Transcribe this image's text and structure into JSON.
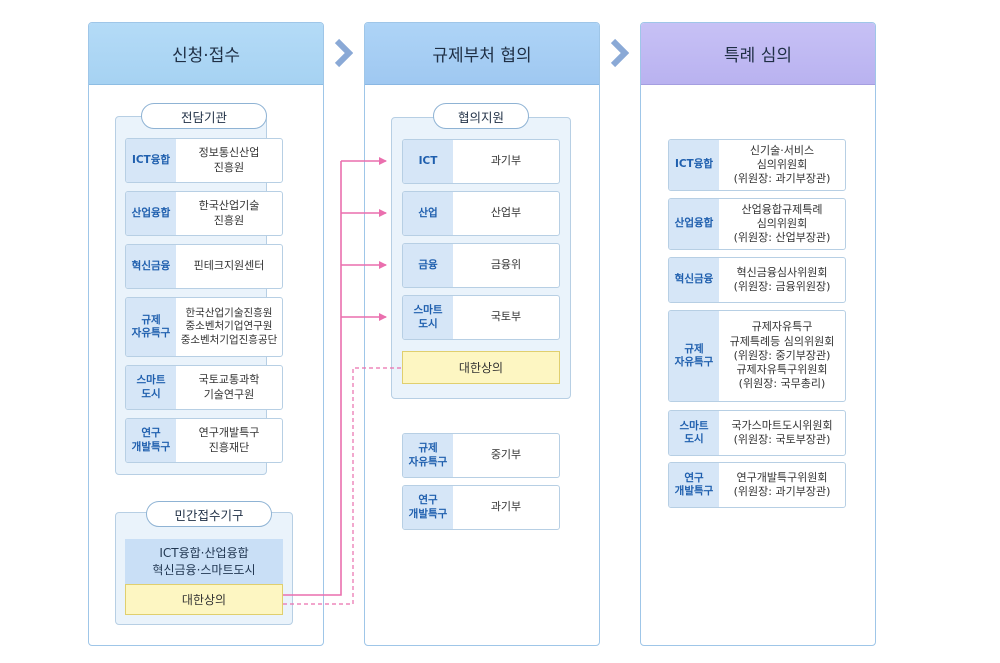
{
  "stages": [
    {
      "title": "신청·접수"
    },
    {
      "title": "규제부처 협의"
    },
    {
      "title": "특례 심의"
    }
  ],
  "icons": {
    "chevron": "chevron-right-icon",
    "chevron_color": "#8aa9d6",
    "arrow_color": "#ea6fae"
  },
  "intake": {
    "agencies_label": "전담기관",
    "agencies": [
      {
        "tag": "ICT융합",
        "name": "정보통신산업\n진흥원"
      },
      {
        "tag": "산업융합",
        "name": "한국산업기술\n진흥원"
      },
      {
        "tag": "혁신금융",
        "name": "핀테크지원센터"
      },
      {
        "tag": "규제\n자유특구",
        "name": "한국산업기술진흥원\n중소벤처기업연구원\n중소벤처기업진흥공단"
      },
      {
        "tag": "스마트\n도시",
        "name": "국토교통과학\n기술연구원"
      },
      {
        "tag": "연구\n개발특구",
        "name": "연구개발특구\n진흥재단"
      }
    ],
    "private_label": "민간접수기구",
    "private_scope": "ICT융합·산업융합\n혁신금융·스마트도시",
    "private_org": "대한상의"
  },
  "consultation": {
    "support_label": "협의지원",
    "ministries": [
      {
        "tag": "ICT",
        "name": "과기부"
      },
      {
        "tag": "산업",
        "name": "산업부"
      },
      {
        "tag": "금융",
        "name": "금융위"
      },
      {
        "tag": "스마트\n도시",
        "name": "국토부"
      }
    ],
    "support_org": "대한상의",
    "others": [
      {
        "tag": "규제\n자유특구",
        "name": "중기부"
      },
      {
        "tag": "연구\n개발특구",
        "name": "과기부"
      }
    ]
  },
  "deliberation": {
    "committees": [
      {
        "tag": "ICT융합",
        "name": "신기술·서비스\n심의위원회\n(위원장: 과기부장관)"
      },
      {
        "tag": "산업융합",
        "name": "산업융합규제특례\n심의위원회\n(위원장: 산업부장관)"
      },
      {
        "tag": "혁신금융",
        "name": "혁신금융심사위원회\n(위원장: 금융위원장)"
      },
      {
        "tag": "규제\n자유특구",
        "name": "규제자유특구\n규제특례등 심의위원회\n(위원장: 중기부장관)\n규제자유특구위원회\n(위원장: 국무총리)"
      },
      {
        "tag": "스마트\n도시",
        "name": "국가스마트도시위원회\n(위원장: 국토부장관)"
      },
      {
        "tag": "연구\n개발특구",
        "name": "연구개발특구위원회\n(위원장: 과기부장관)"
      }
    ]
  }
}
